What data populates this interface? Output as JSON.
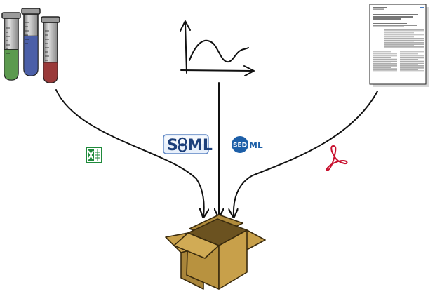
{
  "badges": {
    "sbml": {
      "label_a": "S",
      "label_b": "ML",
      "icon": "sbml-logo-icon",
      "color": "#2d5fa0"
    },
    "sedml": {
      "label_a": "SED",
      "label_b": "ML",
      "icon": "sedml-logo-icon",
      "color": "#1d5fa8"
    },
    "excel": {
      "icon": "excel-icon",
      "color": "#1f8a3b"
    },
    "pdf": {
      "icon": "acrobat-pdf-icon",
      "color": "#c8102e"
    }
  },
  "tubes": [
    {
      "name": "green",
      "color": "#5c9a4f",
      "fill": 0.43
    },
    {
      "name": "blue",
      "color": "#4b5fa8",
      "fill": 0.6
    },
    {
      "name": "red",
      "color": "#9a3a3a",
      "fill": 0.25
    }
  ],
  "colors": {
    "box": "#c8a04a",
    "box_dark": "#8e6e2a",
    "box_inner": "#6b5220",
    "arrow": "#111111"
  }
}
